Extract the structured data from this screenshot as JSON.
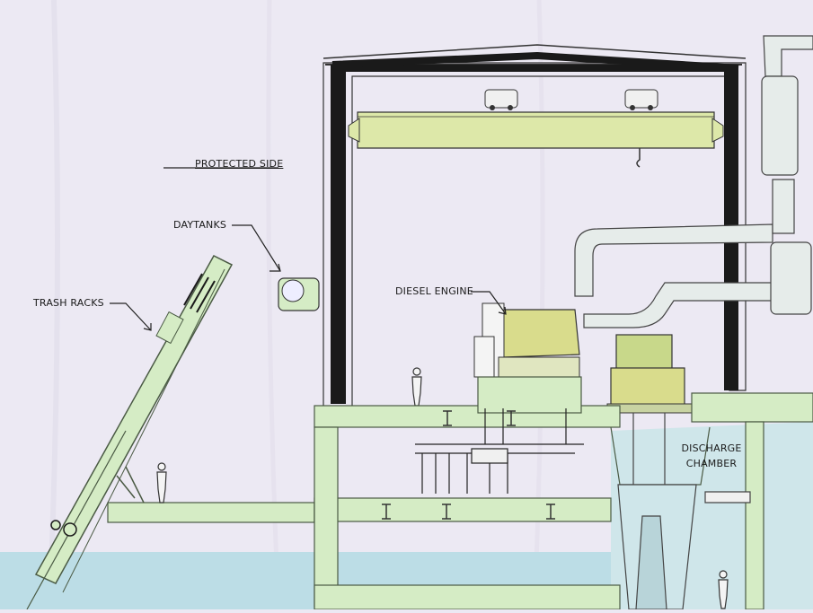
{
  "labels": {
    "protected_side": "PROTECTED SIDE",
    "daytanks": "DAYTANKS",
    "trash_racks": "TRASH RACKS",
    "diesel_engine": "DIESEL ENGINE",
    "discharge_line1": "DISCHARGE",
    "discharge_line2": "CHAMBER"
  },
  "colors": {
    "banner_bg": "#ece9f3",
    "water": "#bcdde6",
    "structure_fill": "#d5ecc5",
    "structure_stroke": "#4a5a44",
    "engine_fill": "#d9dc8c",
    "wall_black": "#1a1a1a"
  }
}
